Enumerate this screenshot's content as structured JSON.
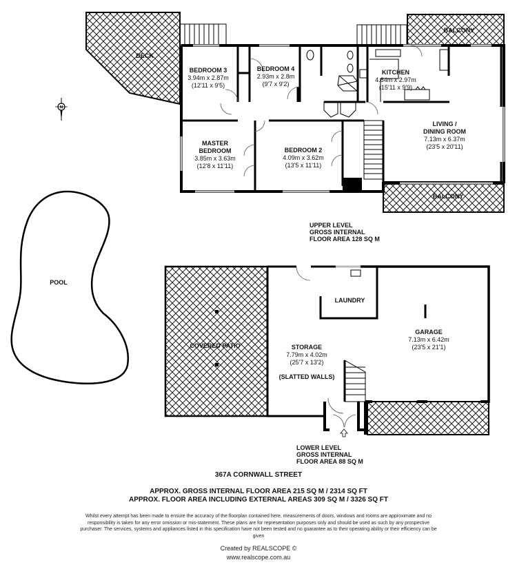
{
  "upper_level": {
    "rooms": [
      {
        "name": "DECK",
        "metric": "",
        "imperial": ""
      },
      {
        "name": "BEDROOM 3",
        "metric": "3.94m x 2.87m",
        "imperial": "(12'11 x 9'5)"
      },
      {
        "name": "BEDROOM 4",
        "metric": "2.93m x 2.8m",
        "imperial": "(9'7 x 9'2)"
      },
      {
        "name": "KITCHEN",
        "metric": "4.84m x 2.97m",
        "imperial": "(15'11 x 9'9)"
      },
      {
        "name": "BALCONY",
        "metric": "",
        "imperial": ""
      },
      {
        "name": "LIVING /",
        "name2": "DINING ROOM",
        "metric": "7.13m x 6.37m",
        "imperial": "(23'5 x 20'11)"
      },
      {
        "name": "MASTER",
        "name2": "BEDROOM",
        "metric": "3.85m x 3.63m",
        "imperial": "(12'8 x 11'11)"
      },
      {
        "name": "BEDROOM 2",
        "metric": "4.09m x 3.62m",
        "imperial": "(13'5 x 11'11)"
      },
      {
        "name": "BALCONY",
        "metric": "",
        "imperial": ""
      }
    ],
    "area_note": [
      "UPPER LEVEL",
      "GROSS INTERNAL",
      "FLOOR AREA 128 SQ M"
    ]
  },
  "lower_level": {
    "rooms": [
      {
        "name": "COVERED PATIO",
        "metric": "",
        "imperial": ""
      },
      {
        "name": "LAUNDRY",
        "metric": "",
        "imperial": ""
      },
      {
        "name": "STORAGE",
        "metric": "7.79m x 4.02m",
        "imperial": "(25'7 x 13'2)",
        "extra": "(SLATTED WALLS)"
      },
      {
        "name": "GARAGE",
        "metric": "7.13m x 6.42m",
        "imperial": "(23'5 x 21'1)"
      }
    ],
    "area_note": [
      "LOWER LEVEL",
      "GROSS INTERNAL",
      "FLOOR AREA 88 SQ M"
    ]
  },
  "outdoor": {
    "pool_label": "POOL",
    "compass_label": "N"
  },
  "footer": {
    "address": "367A CORNWALL STREET",
    "gross_internal": "APPROX. GROSS INTERNAL FLOOR AREA 215 SQ M / 2314 SQ FT",
    "including_external": "APPROX. FLOOR AREA INCLUDING EXTERNAL AREAS 309 SQ M / 3326 SQ FT",
    "disclaimer": "Whilst every attempt has been made to ensure the accuracy of the floorplan contained here, measurements of doors, windows and rooms are approximate and no responsibility is taken for any error omission or mis-statement. These plans are for representation purposes only and should be used as such by any prospective purchaser. The services, systems and appliances listed in this specification have not been tested and no guarantee as to their operating ability or their efficiency can be given",
    "created_by": "Created by REALSCOPE ©",
    "website": "www.realscope.com.au"
  },
  "colors": {
    "wall": "#000000",
    "background": "#ffffff",
    "hatch": "#1a1a1a",
    "window": "#bbbbbb"
  }
}
